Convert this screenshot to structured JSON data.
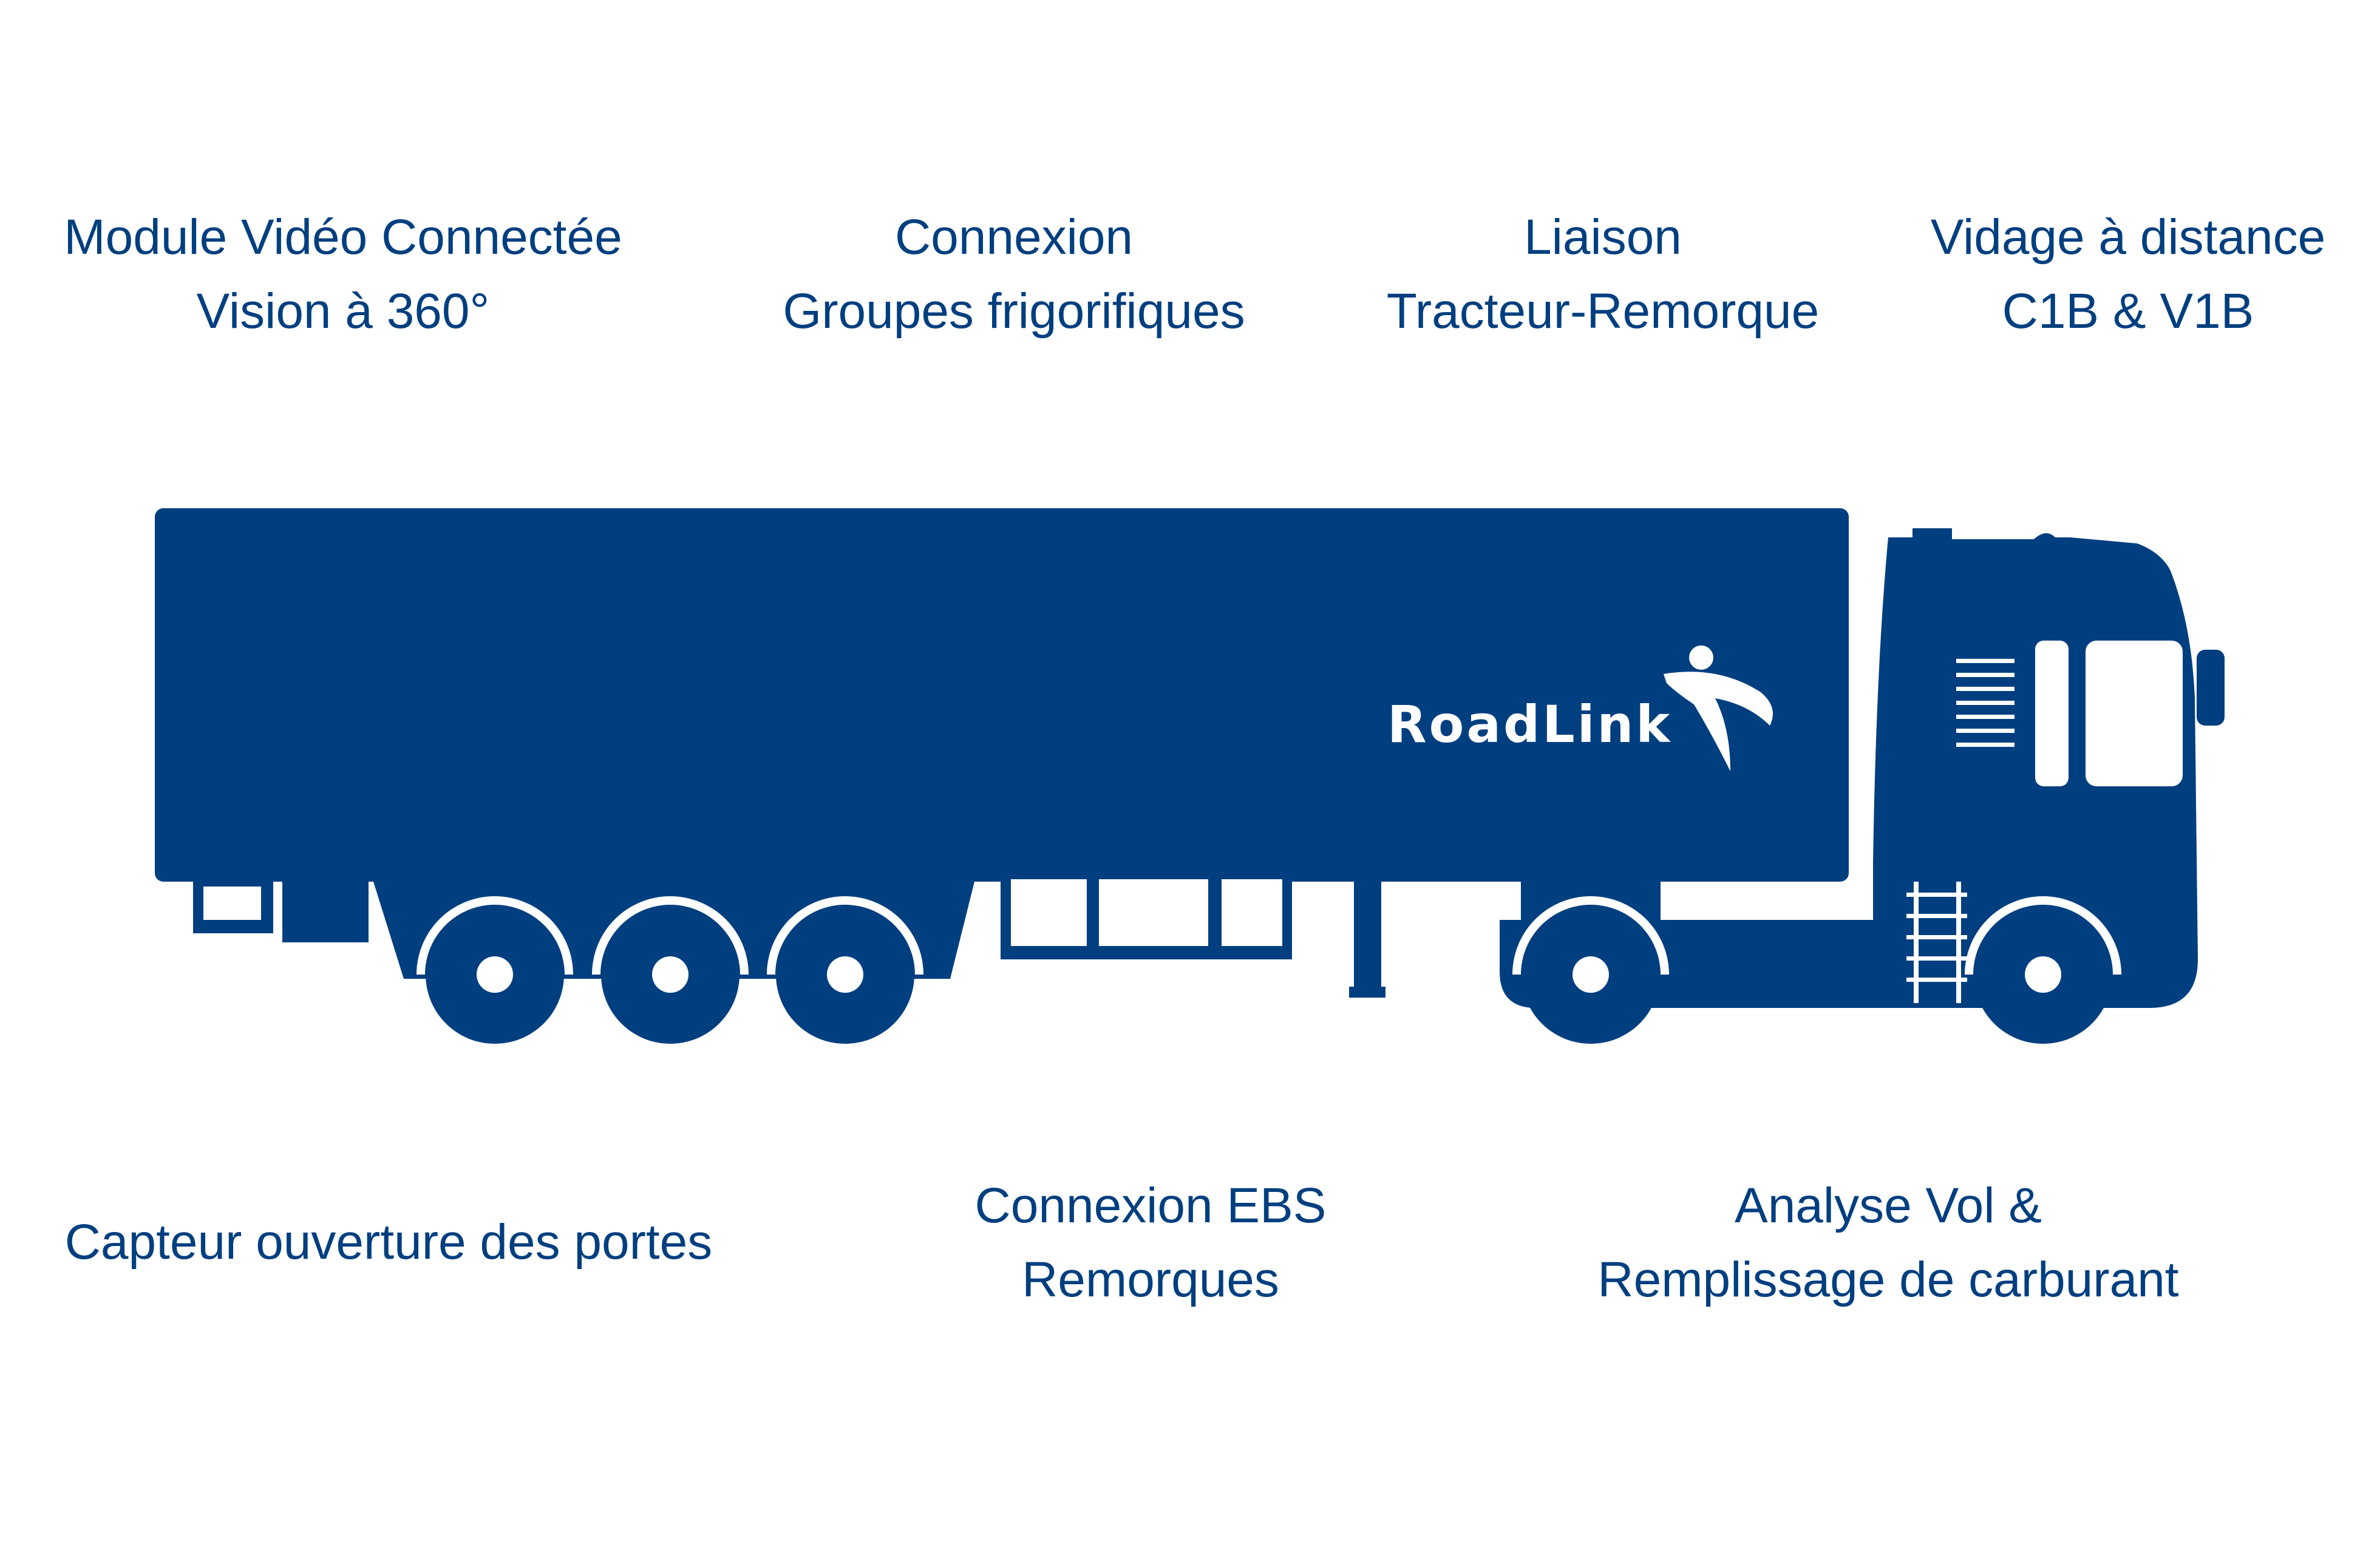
{
  "colors": {
    "primary": "#003f7f",
    "background": "#ffffff"
  },
  "labels": {
    "video": {
      "line1": "Module Vidéo Connectée",
      "line2": "Vision à 360°"
    },
    "reefer": {
      "line1": "Connexion",
      "line2": "Groupes frigorifiques"
    },
    "link": {
      "line1": "Liaison",
      "line2": "Tracteur-Remorque"
    },
    "remote": {
      "line1": "Vidage à distance",
      "line2": "C1B & V1B"
    },
    "doors": {
      "line1": "Capteur ouverture des portes"
    },
    "ebs": {
      "line1": "Connexion EBS",
      "line2": "Remorques"
    },
    "fuel": {
      "line1": "Analyse Vol &",
      "line2": "Remplissage de carburant"
    }
  },
  "brand": {
    "name": "RoadLink"
  },
  "icons": [
    "roadlink-logo-icon",
    "semi-truck-illustration"
  ]
}
